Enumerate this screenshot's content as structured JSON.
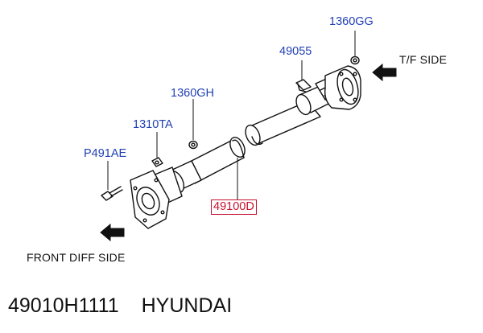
{
  "callouts": {
    "c1360gg": "1360GG",
    "c49055": "49055",
    "c1360gh": "1360GH",
    "c1310ta": "1310TA",
    "cp491ae": "P491AE",
    "c49100d": "49100D"
  },
  "sides": {
    "tf": "T/F SIDE",
    "front_diff": "FRONT DIFF SIDE"
  },
  "footer": {
    "part_number": "49010H1111",
    "brand": "HYUNDAI"
  },
  "colors": {
    "callout_text": "#1f3fb5",
    "highlight": "#c8102e",
    "line": "#111111"
  },
  "icons": [
    "arrow-left-icon",
    "arrow-left-icon"
  ]
}
